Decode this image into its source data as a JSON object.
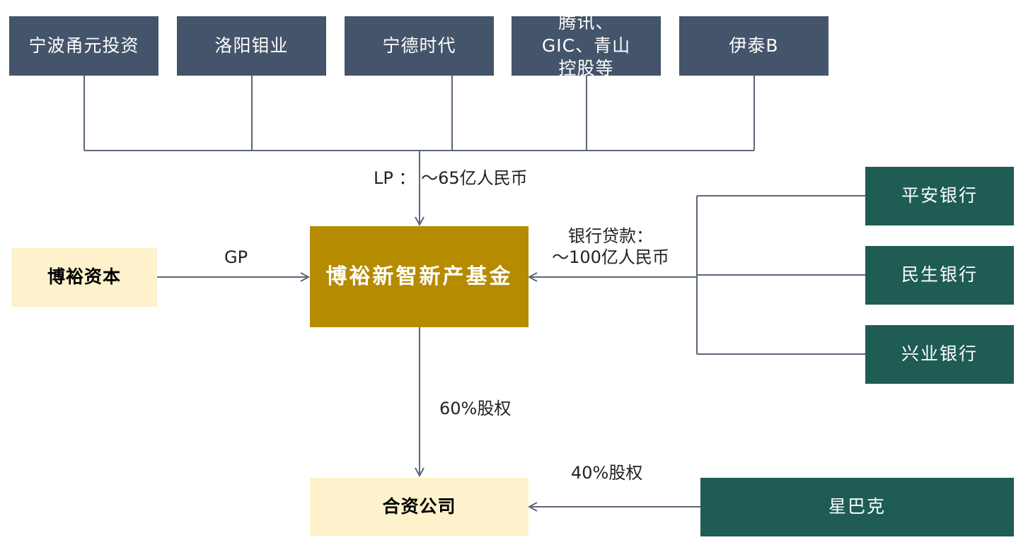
{
  "lp_investors": [
    {
      "label": "宁波甬元投资"
    },
    {
      "label": "洛阳钼业"
    },
    {
      "label": "宁德时代"
    },
    {
      "label": "腾讯、GIC、青山控股等"
    },
    {
      "label": "伊泰B"
    }
  ],
  "gp": {
    "label": "博裕资本"
  },
  "fund": {
    "label": "博裕新智新产基金"
  },
  "banks": [
    {
      "label": "平安银行"
    },
    {
      "label": "民生银行"
    },
    {
      "label": "兴业银行"
    }
  ],
  "jv": {
    "label": "合资公司"
  },
  "starbucks": {
    "label": "星巴克"
  },
  "edge_labels": {
    "lp": "LP ： ～65亿人民币",
    "gp": "GP",
    "loan_line1": "银行贷款：",
    "loan_line2": "～100亿人民币",
    "equity60": "60%股权",
    "equity40": "40%股权"
  },
  "colors": {
    "lp_box": "#44546a",
    "bank_box": "#1e5c54",
    "fund_box": "#b58b00",
    "light_box": "#fdf2cc",
    "connector": "#5b6778"
  }
}
